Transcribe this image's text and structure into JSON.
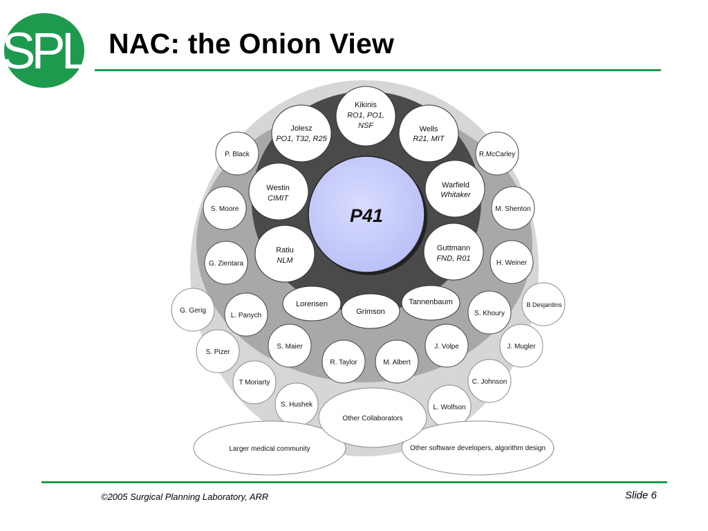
{
  "logo": {
    "text": "SPL",
    "color": "#1e9a4e"
  },
  "title": "NAC: the Onion View",
  "footer": {
    "copyright": "©2005 Surgical Planning Laboratory, ARR",
    "slide": "Slide 6"
  },
  "colors": {
    "green": "#1e9a4e",
    "outer_ring": "#d6d6d6",
    "middle_ring": "#a8a8a8",
    "inner_ring": "#4a4a4a",
    "core": "#c8ccf8"
  },
  "diagram": {
    "center": {
      "label": "P41"
    },
    "core_ring": [
      {
        "id": "kikinis",
        "name": "Kikinis",
        "sub": [
          "RO1, PO1,",
          "NSF"
        ]
      },
      {
        "id": "jolesz",
        "name": "Jolesz",
        "sub": [
          "PO1, T32, R25"
        ]
      },
      {
        "id": "wells",
        "name": "Wells",
        "sub": [
          "R21, MIT"
        ]
      },
      {
        "id": "westin",
        "name": "Westin",
        "sub": [
          "CIMIT"
        ]
      },
      {
        "id": "warfield",
        "name": "Warfield",
        "sub": [
          "Whitaker"
        ]
      },
      {
        "id": "ratiu",
        "name": "Ratiu",
        "sub": [
          "NLM"
        ]
      },
      {
        "id": "guttmann",
        "name": "Guttmann",
        "sub": [
          "FND, R01"
        ]
      },
      {
        "id": "lorensen",
        "name": "Lorensen",
        "sub": []
      },
      {
        "id": "grimson",
        "name": "Grimson",
        "sub": []
      },
      {
        "id": "tannenbaum",
        "name": "Tannenbaum",
        "sub": []
      }
    ],
    "middle_ring": [
      {
        "id": "p-black",
        "name": "P. Black"
      },
      {
        "id": "s-moore",
        "name": "S. Moore"
      },
      {
        "id": "g-zientara",
        "name": "G. Zientara"
      },
      {
        "id": "l-panych",
        "name": "L. Panych"
      },
      {
        "id": "s-maier",
        "name": "S. Maier"
      },
      {
        "id": "r-taylor",
        "name": "R. Taylor"
      },
      {
        "id": "m-albert",
        "name": "M. Albert"
      },
      {
        "id": "j-volpe",
        "name": "J. Volpe"
      },
      {
        "id": "s-khoury",
        "name": "S. Khoury"
      },
      {
        "id": "h-weiner",
        "name": "H. Weiner"
      },
      {
        "id": "m-shenton",
        "name": "M. Shenton"
      },
      {
        "id": "r-mccarley",
        "name": "R.McCarley"
      }
    ],
    "outer_ring": [
      {
        "id": "g-gerig",
        "name": "G. Gerig"
      },
      {
        "id": "s-pizer",
        "name": "S. Pizer"
      },
      {
        "id": "t-moriarty",
        "name": "T Moriarty"
      },
      {
        "id": "s-hushek",
        "name": "S. Hushek"
      },
      {
        "id": "l-wolfson",
        "name": "L. Wolfson"
      },
      {
        "id": "c-johnson",
        "name": "C. Johnson"
      },
      {
        "id": "j-mugler",
        "name": "J. Mugler"
      },
      {
        "id": "b-desjardins",
        "name": "B Desjardins"
      }
    ],
    "collaborators": [
      {
        "id": "other-collaborators",
        "name": "Other Collaborators"
      },
      {
        "id": "larger-medical-community",
        "name": "Larger medical community"
      },
      {
        "id": "other-software-developers",
        "name": "Other software developers, algorithm design"
      }
    ]
  }
}
